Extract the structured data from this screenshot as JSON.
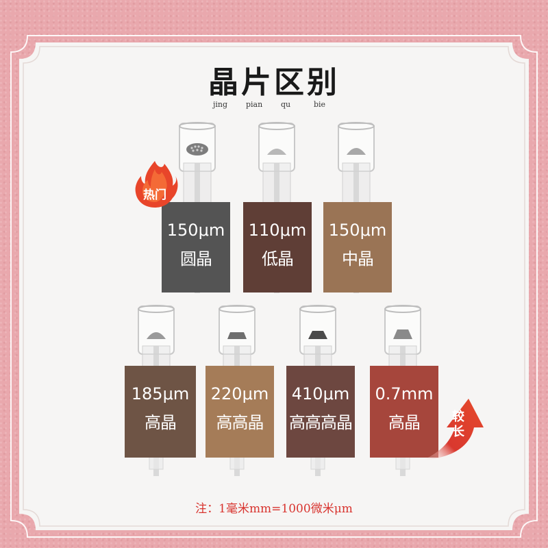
{
  "title": "晶片区别",
  "pinyin": [
    "jing",
    "pian",
    "qu",
    "bie"
  ],
  "hot_badge": "热门",
  "longer_badge": [
    "较",
    "长"
  ],
  "chips": [
    {
      "size": "150μm",
      "type": "圆晶",
      "color": "#545454"
    },
    {
      "size": "110μm",
      "type": "低晶",
      "color": "#5f3e36"
    },
    {
      "size": "150μm",
      "type": "中晶",
      "color": "#9a7455"
    },
    {
      "size": "185μm",
      "type": "高晶",
      "color": "#6e5445"
    },
    {
      "size": "220μm",
      "type": "高高晶",
      "color": "#a57c58"
    },
    {
      "size": "410μm",
      "type": "高高高晶",
      "color": "#6d4740"
    },
    {
      "size": "0.7mm",
      "type": "高晶",
      "color": "#a6463c"
    }
  ],
  "note": "注：1毫米mm=1000微米μm",
  "colors": {
    "background": "#e9a8ad",
    "card": "#f6f5f4",
    "note": "#d8332e",
    "hot": "#e8452a"
  }
}
